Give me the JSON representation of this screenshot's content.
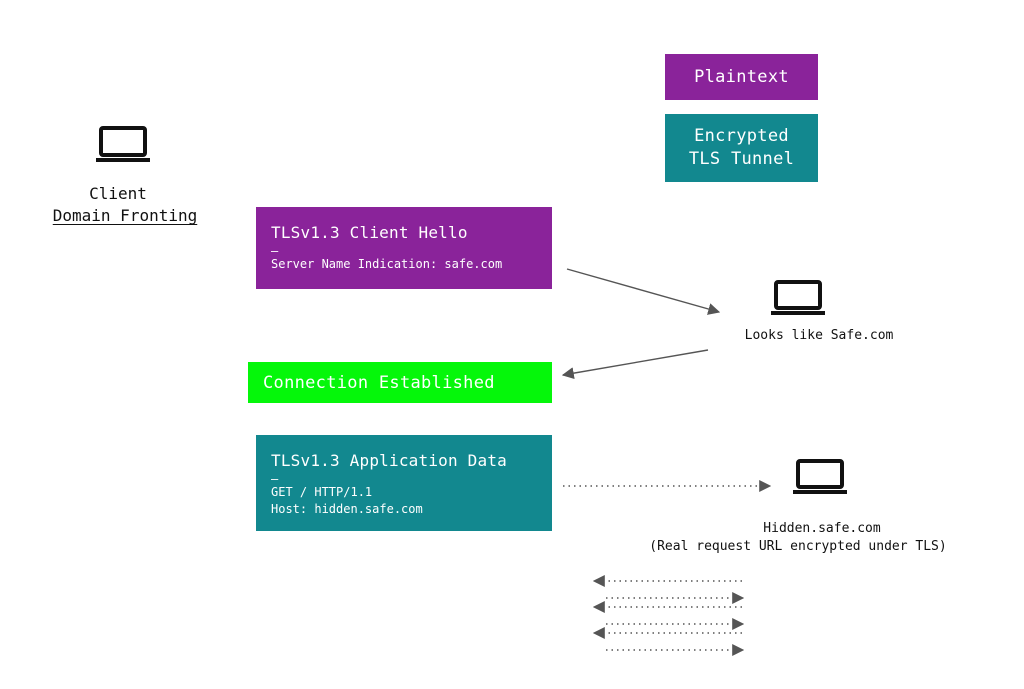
{
  "legend": {
    "plaintext": "Plaintext",
    "encrypted_line1": "Encrypted",
    "encrypted_line2": "TLS Tunnel"
  },
  "client": {
    "title": "Client",
    "subtitle": "Domain Fronting",
    "icon": "laptop-icon"
  },
  "client_hello": {
    "title": "TLSv1.3 Client Hello",
    "separator": "—",
    "line1": "Server Name Indication: safe.com"
  },
  "safe_server": {
    "label": "Looks like Safe.com",
    "icon": "laptop-icon"
  },
  "connection": {
    "label": "Connection Established"
  },
  "application_data": {
    "title": "TLSv1.3 Application Data",
    "separator": "—",
    "line1": "GET / HTTP/1.1",
    "line2": "Host: hidden.safe.com"
  },
  "hidden_server": {
    "label": "Hidden.safe.com",
    "note": "(Real request URL encrypted under TLS)",
    "icon": "laptop-icon"
  },
  "colors": {
    "plaintext": "#8a239a",
    "encrypted": "#12888f",
    "established": "#05f70a",
    "arrow": "#555555"
  }
}
